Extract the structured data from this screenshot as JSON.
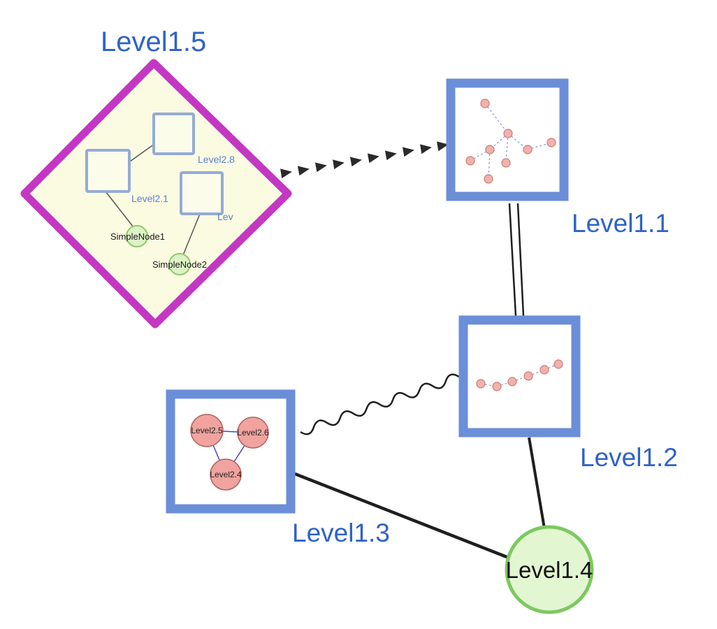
{
  "nodes": {
    "level15": {
      "label": "Level1.5",
      "shape": "diamond"
    },
    "level11": {
      "label": "Level1.1",
      "shape": "square-group"
    },
    "level12": {
      "label": "Level1.2",
      "shape": "square-group"
    },
    "level13": {
      "label": "Level1.3",
      "shape": "square-group"
    },
    "level14": {
      "label": "Level1.4",
      "shape": "circle"
    }
  },
  "level15_contents": {
    "level28": {
      "label": "Level2.8"
    },
    "level21": {
      "label": "Level2.1"
    },
    "lev": {
      "label": "Lev"
    },
    "simplenode1": {
      "label": "SimpleNode1"
    },
    "simplenode2": {
      "label": "SimpleNode2"
    }
  },
  "level13_contents": {
    "level25": {
      "label": "Level2.5"
    },
    "level26": {
      "label": "Level2.6"
    },
    "level24": {
      "label": "Level2.4"
    }
  },
  "edges": {
    "level15_level11": "dashed-arrow-train",
    "level11_level12": "double-line",
    "level13_level12": "wavy-line",
    "level13_level14": "solid-line",
    "level12_level14": "solid-line"
  },
  "colors": {
    "label_blue": "#2e63c8",
    "inner_label_blue": "#5b7fd0",
    "diamond_stroke": "#c337c3",
    "diamond_fill": "#fbfbe2",
    "square_fill": "#fcfcea",
    "inner_square_stroke": "#93abd6",
    "group_border_blue": "#6b8ed8",
    "pink_fill": "#f2b1ad",
    "pink_stroke": "#c97c72",
    "pink13_fill": "#f0a39f",
    "pink13_stroke": "#b2625c",
    "green_fill": "#ddf2c6",
    "green_stroke": "#90c96c",
    "level14_fill": "#e3f6d2",
    "level14_stroke": "#7cc95f",
    "edge_black": "#1f1f1f",
    "mini_edge_blue": "#8a98dd",
    "triangle_edge_blue": "#4646c8"
  }
}
